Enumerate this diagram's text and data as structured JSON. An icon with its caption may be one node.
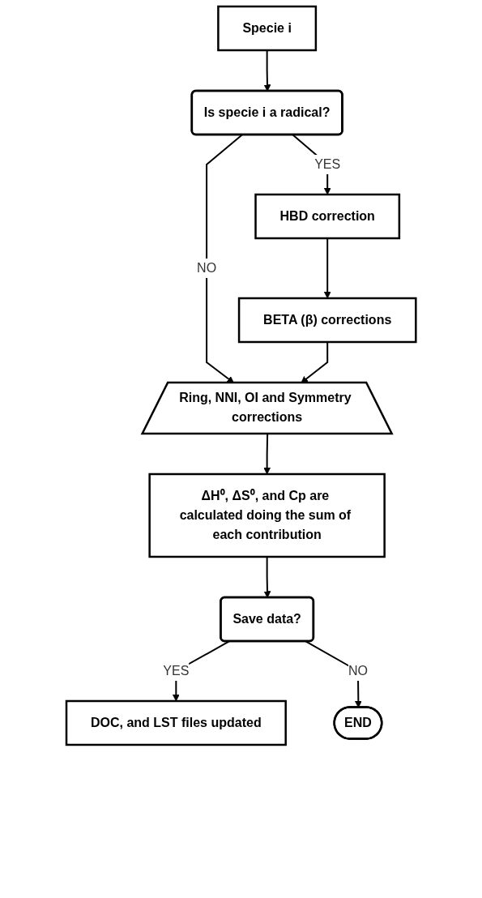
{
  "diagram": {
    "nodes": [
      {
        "text": [
          "Specie i"
        ]
      },
      {
        "text": [
          "Is specie i a radical?"
        ]
      },
      {
        "text": [
          "HBD correction"
        ]
      },
      {
        "text": [
          "Ring, NNI, OI and Symmetry corrections"
        ]
      },
      {
        "text": [
          "BETA (β) corrections"
        ]
      },
      {
        "text": [
          "ΔH⁰, ΔS⁰, and Cp are calculated doing the sum of each contribution"
        ]
      },
      {
        "text": [
          "Save data?"
        ]
      },
      {
        "text": [
          "DOC, and LST files updated"
        ]
      },
      {
        "text": [
          "END"
        ]
      }
    ],
    "edges": [
      {
        "from": 0,
        "to": 1,
        "arrow": "to"
      },
      {
        "from": 1,
        "to": 2,
        "arrow": "to",
        "label": "YES"
      },
      {
        "from": 1,
        "to": 3,
        "arrow": "to",
        "label": "NO"
      },
      {
        "from": 2,
        "to": 4,
        "arrow": "to"
      },
      {
        "from": 4,
        "to": 3,
        "arrow": "to"
      },
      {
        "from": 3,
        "to": 5,
        "arrow": "to"
      },
      {
        "from": 5,
        "to": 6,
        "arrow": "to"
      },
      {
        "from": 6,
        "to": 7,
        "arrow": "to",
        "label": "YES"
      },
      {
        "from": 6,
        "to": 8,
        "arrow": "to",
        "label": "NO"
      }
    ]
  }
}
